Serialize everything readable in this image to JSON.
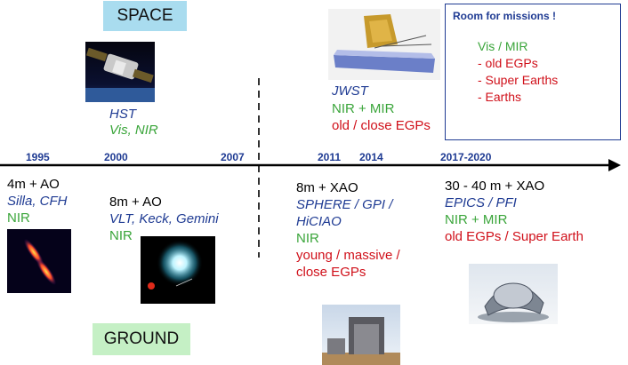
{
  "labels": {
    "space": "SPACE",
    "ground": "GROUND"
  },
  "years": [
    "1995",
    "2000",
    "2007",
    "2011",
    "2014",
    "2017-2020"
  ],
  "hst": {
    "name": "HST",
    "bands": "Vis, NIR"
  },
  "jwst": {
    "name": "JWST",
    "bands": "NIR + MIR",
    "targets": "old / close EGPs"
  },
  "mission_box": {
    "title": "Room for missions !",
    "bands": "Vis / MIR",
    "items": [
      "- old EGPs",
      "- Super Earths",
      "- Earths"
    ]
  },
  "ground": {
    "g1": {
      "tel": "4m + AO",
      "inst": "Silla, CFH",
      "band": "NIR"
    },
    "g2": {
      "tel": "8m + AO",
      "inst": "VLT, Keck, Gemini",
      "band": "NIR"
    },
    "g3": {
      "tel": "8m + XAO",
      "inst1": "SPHERE / GPI /",
      "inst2": "HiCIAO",
      "band": "NIR",
      "t1": "young / massive /",
      "t2": "close EGPs"
    },
    "g4": {
      "tel": "30 - 40 m + XAO",
      "inst": "EPICS / PFI",
      "band": "NIR + MIR",
      "targets": "old EGPs / Super Earth"
    }
  },
  "colors": {
    "year_blue": "#1f3b93",
    "green": "#3aa53a",
    "red": "#d0101a",
    "space_bg": "#a9dcef",
    "ground_bg": "#c5f0c5"
  }
}
